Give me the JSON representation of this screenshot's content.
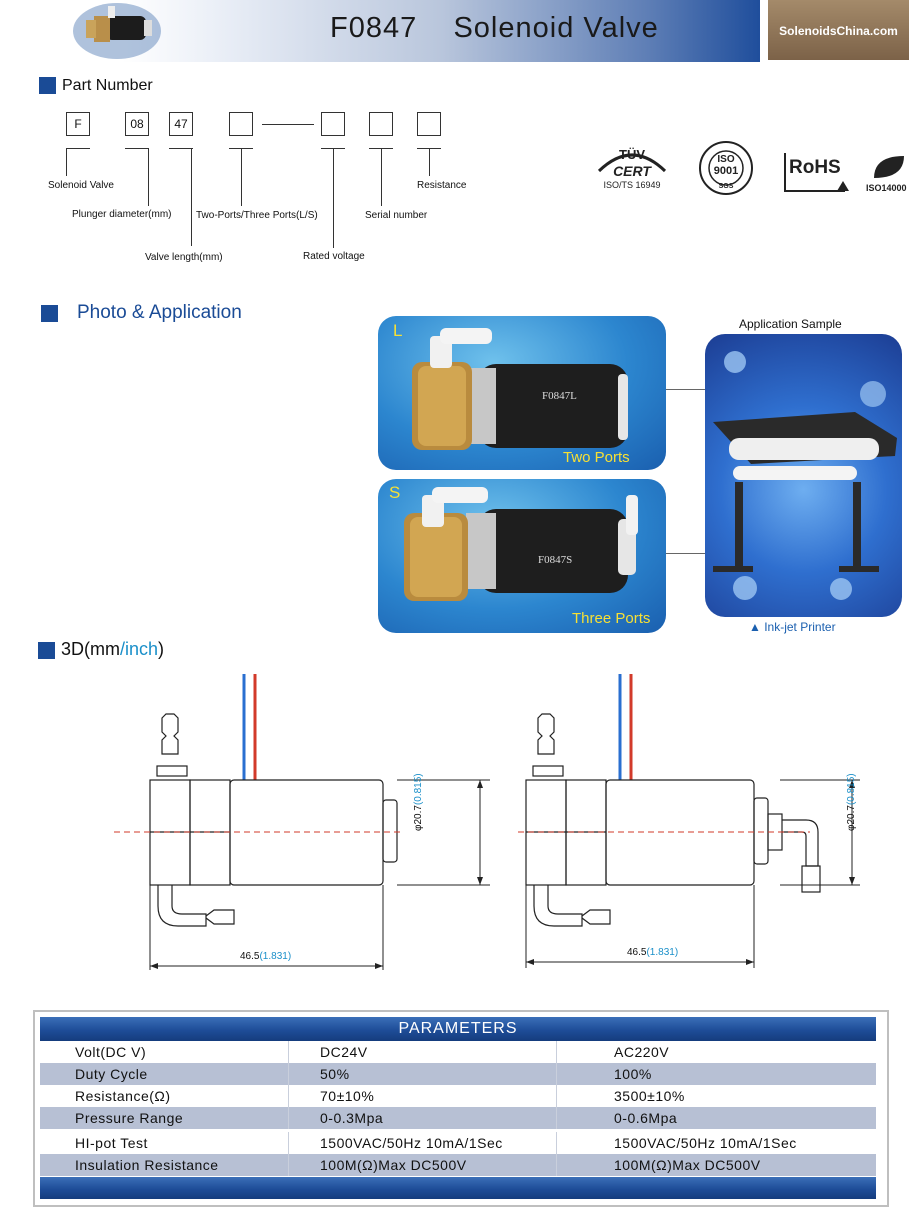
{
  "header": {
    "title": "F0847    Solenoid Valve",
    "brand": "SolenoidsChina.com"
  },
  "part_number": {
    "section_title": "Part Number",
    "boxes": [
      "F",
      "08",
      "47",
      "",
      "",
      "",
      ""
    ],
    "labels": {
      "solenoid_valve": "Solenoid Valve",
      "plunger_diameter": "Plunger diameter(mm)",
      "valve_length": "Valve length(mm)",
      "ports": "Two-Ports/Three Ports(L/S)",
      "rated_voltage": "Rated voltage",
      "serial_number": "Serial number",
      "resistance": "Resistance"
    }
  },
  "certifications": {
    "tuv_top": "TÜV",
    "tuv_main": "CERT",
    "tuv_sub": "ISO/TS 16949",
    "iso_main": "ISO",
    "iso_num": "9001",
    "iso_sgs": "SGS",
    "rohs": "RoHS",
    "iso14000": "ISO14000"
  },
  "photo": {
    "section_title": "Photo & Application",
    "panel_l": {
      "letter": "L",
      "model": "F0847L",
      "caption": "Two Ports"
    },
    "panel_s": {
      "letter": "S",
      "model": "F0847S",
      "caption": "Three Ports"
    },
    "application_title": "Application Sample",
    "application_caption": "▲ Ink-jet Printer"
  },
  "dimensions": {
    "section_title_prefix": "3D(mm",
    "section_title_slash": "/",
    "section_title_inch": "inch",
    "section_title_suffix": ")",
    "length_mm": "46.5",
    "length_inch": "(1.831)",
    "diameter_mm": "φ20.7",
    "diameter_inch": "(0.815)"
  },
  "parameters": {
    "title": "PARAMETERS",
    "rows": [
      [
        "Volt(DC V)",
        "DC24V",
        "AC220V"
      ],
      [
        "Duty Cycle",
        "50%",
        "100%"
      ],
      [
        "Resistance(Ω)",
        "70±10%",
        "3500±10%"
      ],
      [
        "Pressure Range",
        "0-0.3Mpa",
        "0-0.6Mpa"
      ],
      [
        "HI-pot Test",
        "1500VAC/50Hz 10mA/1Sec",
        "1500VAC/50Hz 10mA/1Sec"
      ],
      [
        "Insulation Resistance",
        "100M(Ω)Max DC500V",
        "100M(Ω)Max DC500V"
      ]
    ]
  }
}
